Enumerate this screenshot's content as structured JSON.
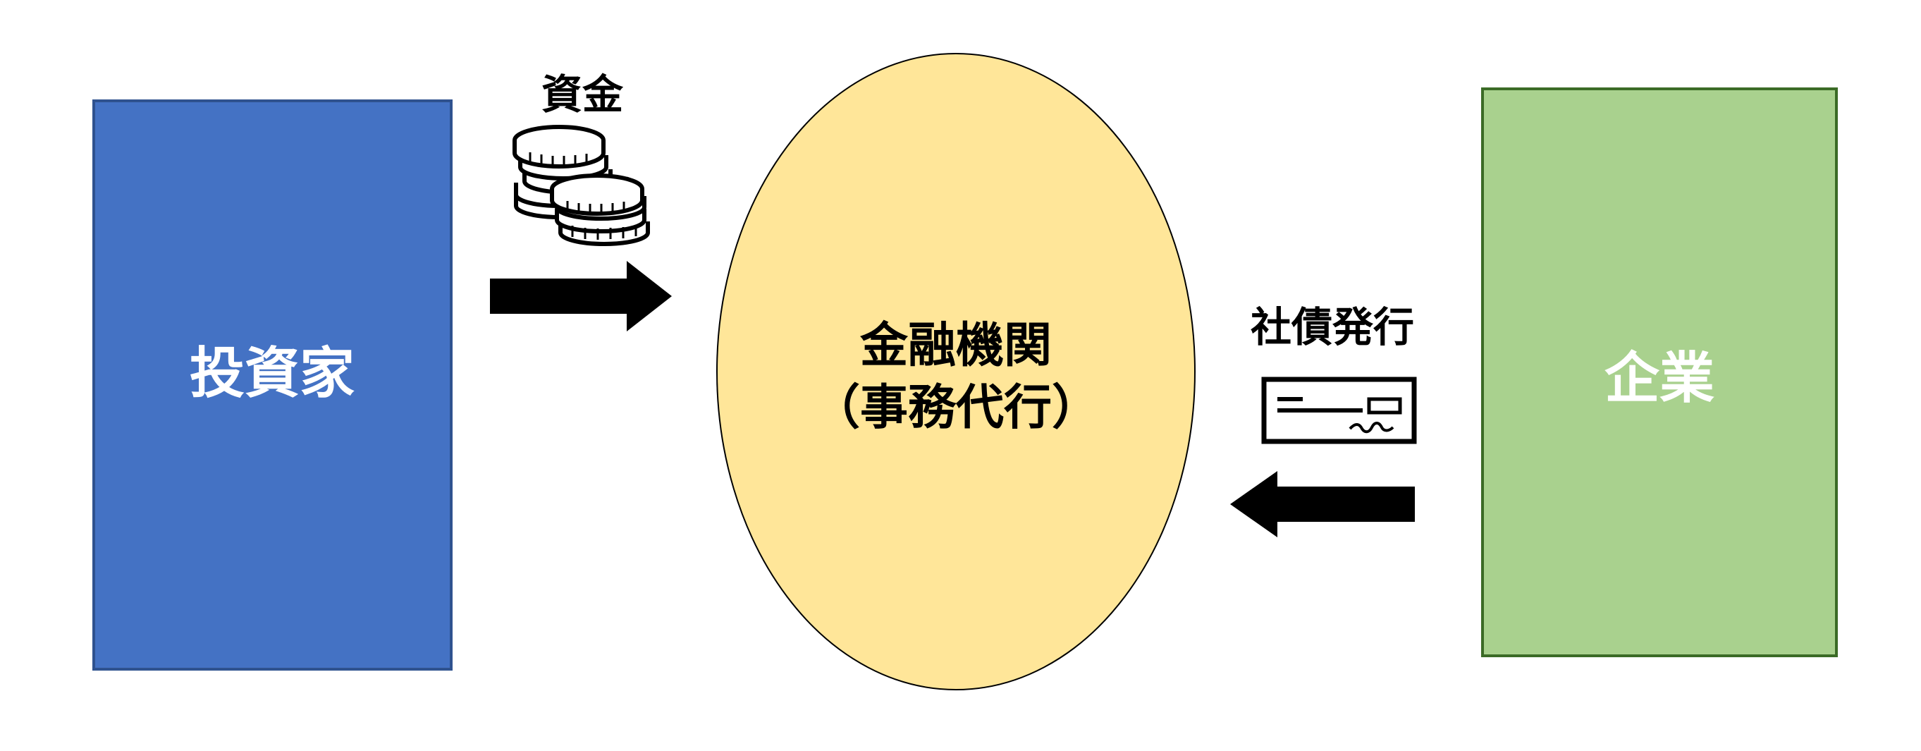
{
  "investor": {
    "label": "投資家",
    "fill": "#4472C4",
    "stroke": "#2F528F"
  },
  "financial_institution": {
    "line1": "金融機関",
    "line2": "（事務代行）",
    "fill": "#FFE699",
    "stroke": "#000000"
  },
  "company": {
    "label": "企業",
    "fill": "#A9D18E",
    "stroke": "#3B6B26"
  },
  "flows": {
    "funds": {
      "label": "資金",
      "icon": "coins-icon",
      "direction": "right"
    },
    "bond_issuance": {
      "label": "社債発行",
      "icon": "check-icon",
      "direction": "left"
    }
  }
}
